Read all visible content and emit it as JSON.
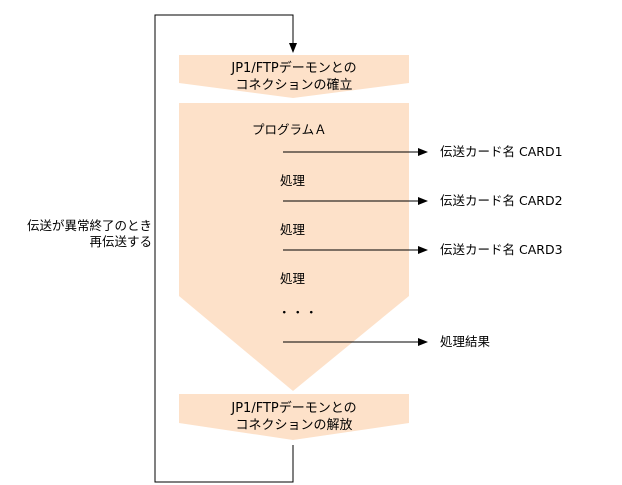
{
  "connect_box": {
    "line1": "JP1/FTPデーモンとの",
    "line2": "コネクションの確立"
  },
  "program": {
    "title": "プログラムＡ"
  },
  "steps": [
    {
      "label": "",
      "output": "伝送カード名 CARD1"
    },
    {
      "label": "処理",
      "output": "伝送カード名 CARD2"
    },
    {
      "label": "処理",
      "output": "伝送カード名 CARD3"
    },
    {
      "label": "処理",
      "output": ""
    }
  ],
  "ellipsis": "・・・",
  "result": "処理結果",
  "release_box": {
    "line1": "JP1/FTPデーモンとの",
    "line2": "コネクションの解放"
  },
  "retry_note": {
    "line1": "伝送が異常終了のとき",
    "line2": "再伝送する"
  },
  "colors": {
    "fill": "#fde1c9",
    "line": "#000000"
  }
}
